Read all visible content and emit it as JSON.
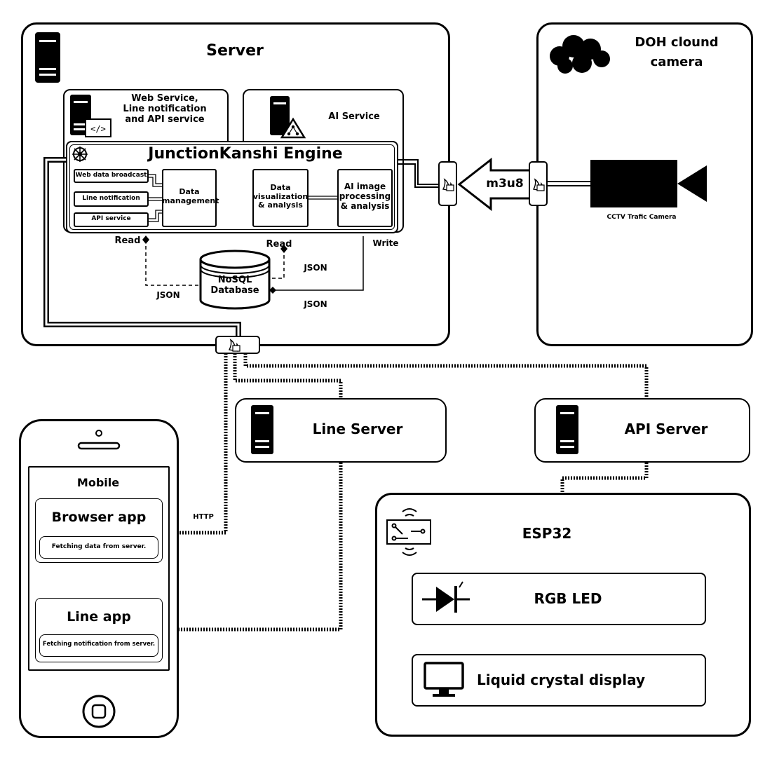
{
  "server": {
    "title": "Server",
    "web_service": {
      "line1": "Web Service,",
      "line2": "Line notification",
      "line3": "and API service"
    },
    "ai_service": "AI Service",
    "engine": {
      "title": "JunctionKanshi Engine",
      "web_data_broadcast": "Web data broadcast",
      "line_notification": "Line notification",
      "api_service": "API service",
      "data_management": {
        "line1": "Data",
        "line2": "management"
      },
      "data_visualization": {
        "line1": "Data",
        "line2": "visualization",
        "line3": "& analysis"
      },
      "ai_image": {
        "line1": "AI image",
        "line2": "processing",
        "line3": "& analysis"
      }
    },
    "database": {
      "line1": "NoSQL",
      "line2": "Database"
    },
    "labels": {
      "read_left": "Read",
      "read_right": "Read",
      "write": "Write",
      "json_left": "JSON",
      "json_right_top": "JSON",
      "json_right_bottom": "JSON"
    }
  },
  "doh": {
    "line1": "DOH clound",
    "line2": "camera",
    "camera_label": "CCTV Trafic Camera",
    "stream_label": "m3u8"
  },
  "line_server": "Line Server",
  "api_server": "API Server",
  "http_label": "HTTP",
  "mobile": {
    "title": "Mobile",
    "browser_app": {
      "title": "Browser app",
      "status": "Fetching data from server."
    },
    "line_app": {
      "title": "Line app",
      "status": "Fetching notification from server."
    }
  },
  "esp32": {
    "title": "ESP32",
    "rgb_led": "RGB LED",
    "lcd": "Liquid crystal display"
  },
  "icons": [
    "server-icon",
    "code-icon",
    "ai-warning-icon",
    "engine-gear-icon",
    "database-icon",
    "cloud-icon",
    "cctv-camera-icon",
    "firewall-icon",
    "circuit-board-icon",
    "diode-icon",
    "monitor-icon",
    "home-button-icon"
  ]
}
